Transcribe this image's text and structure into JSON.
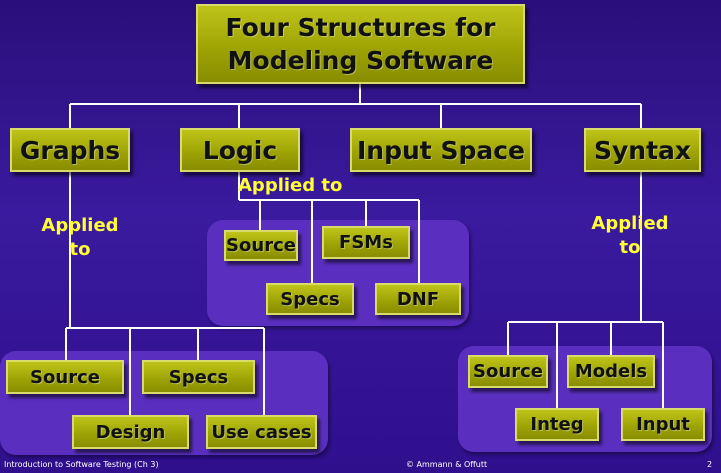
{
  "title": "Four Structures for Modeling Software",
  "categories": {
    "graphs": "Graphs",
    "logic": "Logic",
    "input_space": "Input Space",
    "syntax": "Syntax"
  },
  "applied_to": {
    "graphs_line1": "Applied",
    "graphs_line2": "to",
    "logic": "Applied to",
    "syntax_line1": "Applied",
    "syntax_line2": "to"
  },
  "graphs_targets": [
    "Source",
    "Specs",
    "Design",
    "Use cases"
  ],
  "logic_targets": [
    "Source",
    "FSMs",
    "Specs",
    "DNF"
  ],
  "syntax_targets": [
    "Source",
    "Models",
    "Integ",
    "Input"
  ],
  "footer": {
    "left": "Introduction to Software Testing  (Ch 3)",
    "center": "© Ammann & Offutt",
    "page": "2"
  }
}
